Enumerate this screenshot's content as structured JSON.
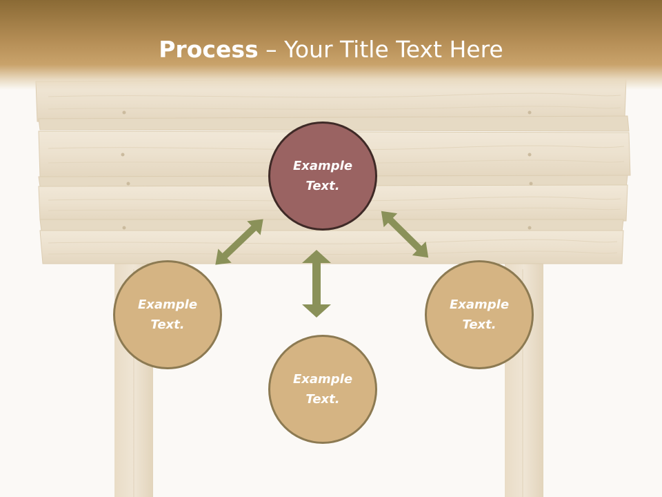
{
  "slide": {
    "title_bold": "Process",
    "title_separator": " – ",
    "title_rest": "Your Title Text Here"
  },
  "nodes": [
    {
      "id": "top",
      "line1": "Example",
      "line2": "Text."
    },
    {
      "id": "left",
      "line1": "Example",
      "line2": "Text."
    },
    {
      "id": "bottom",
      "line1": "Example",
      "line2": "Text."
    },
    {
      "id": "right",
      "line1": "Example",
      "line2": "Text."
    }
  ],
  "colors": {
    "header": "#a88048",
    "node_top_fill": "#9a6362",
    "node_fill": "#d5b483",
    "arrow": "#8a9159",
    "wood": "#eee4d3"
  }
}
